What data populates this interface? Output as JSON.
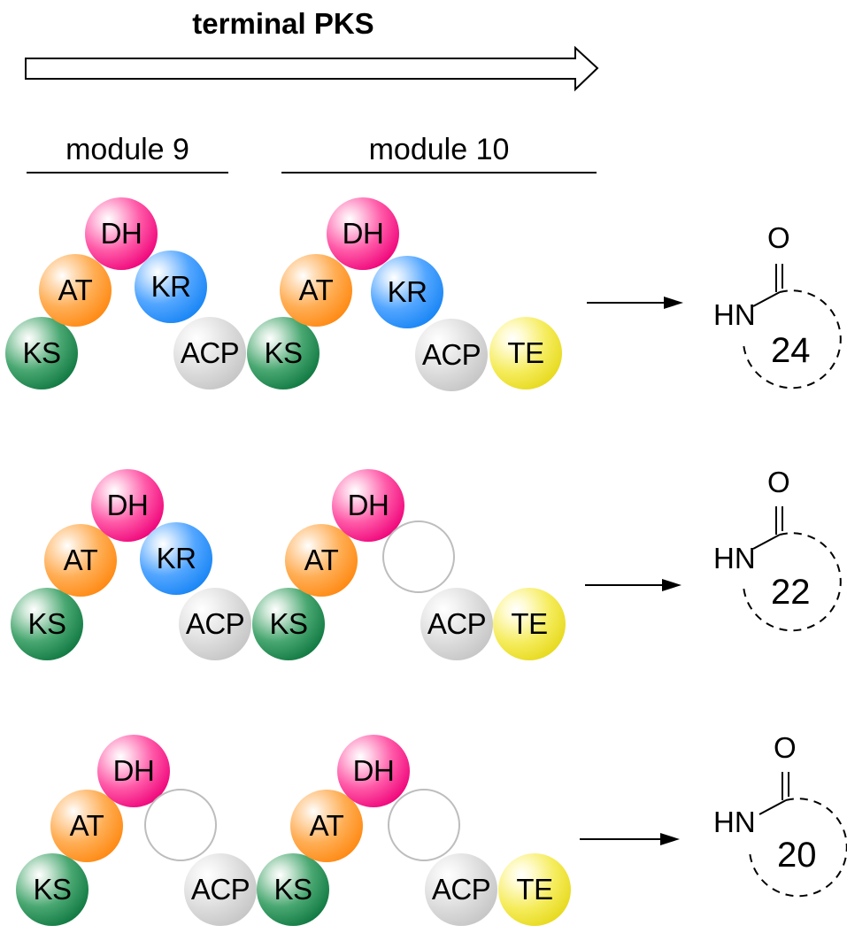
{
  "header": {
    "title": "terminal PKS"
  },
  "modules": [
    {
      "label": "module 9"
    },
    {
      "label": "module 10"
    }
  ],
  "rows": [
    {
      "module9": [
        "KS",
        "AT",
        "DH",
        "KR",
        "ACP"
      ],
      "module10": [
        "KS",
        "AT",
        "DH",
        "KR",
        "ACP",
        "TE"
      ],
      "product": {
        "atom_o": "O",
        "atom_hn": "HN",
        "ring_size": "24"
      }
    },
    {
      "module9": [
        "KS",
        "AT",
        "DH",
        "KR",
        "ACP"
      ],
      "module10": [
        "KS",
        "AT",
        "DH",
        "",
        "ACP",
        "TE"
      ],
      "product": {
        "atom_o": "O",
        "atom_hn": "HN",
        "ring_size": "22"
      }
    },
    {
      "module9": [
        "KS",
        "AT",
        "DH",
        "",
        "ACP"
      ],
      "module10": [
        "KS",
        "AT",
        "DH",
        "",
        "ACP",
        "TE"
      ],
      "product": {
        "atom_o": "O",
        "atom_hn": "HN",
        "ring_size": "20"
      }
    }
  ],
  "colors": {
    "KS": "#127a43",
    "AT": "#ff8a14",
    "DH": "#f0087c",
    "KR": "#1a86f5",
    "ACP": "#c5c5c5",
    "TE": "#e6d91c",
    "empty_outline": "#bdbdbd"
  }
}
